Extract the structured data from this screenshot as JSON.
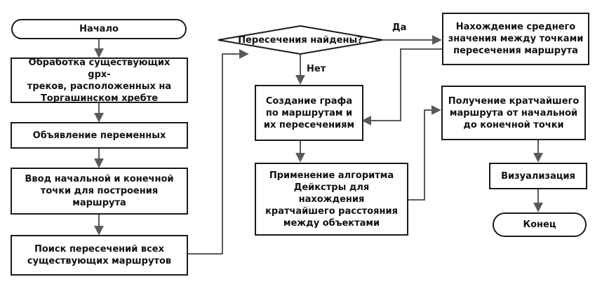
{
  "nodes": {
    "start": "Начало",
    "process_gpx": "Обработка существующих gpx-\nтреков, расположенных на\nТоргашинском хребте",
    "declare_vars": "Объявление переменных",
    "input_points": "Ввод начальной и конечной\nточки для построения\nмаршрута",
    "find_intersections": "Поиск пересечений всех\nсуществующих маршрутов",
    "decision": "Пересечения найдены?",
    "build_graph": "Создание графа\nпо маршрутам и\nих пересечениям",
    "dijkstra": "Применение алгоритма\nДейкстры для нахождения\nкратчайшего расстояния\nмежду объектами",
    "find_midpoint": "Нахождение среднего\nзначения между точками\nпересечения маршрута",
    "shortest_path": "Получение кратчайшего\nмаршрута от начальной\nдо конечной точки",
    "visualize": "Визуализация",
    "end": "Конец"
  },
  "edge_labels": {
    "yes": "Да",
    "no": "Нет"
  },
  "colors": {
    "stroke": "#1a1a1a",
    "arrow": "#5a5a5a",
    "background": "#ffffff"
  }
}
